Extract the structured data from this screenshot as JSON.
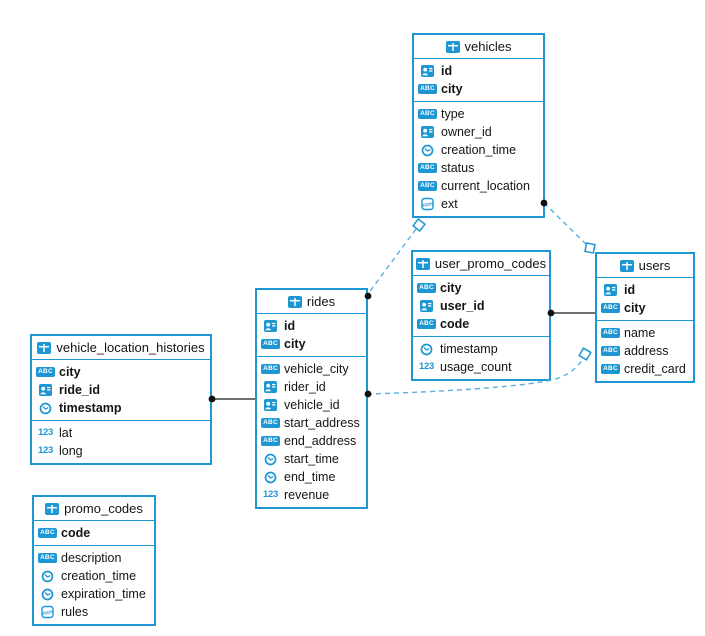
{
  "diagram": {
    "colors": {
      "accent": "#1d97d4",
      "dashed_line": "#58afdf",
      "solid_line": "#1a1a1a",
      "marker_dot": "#111111",
      "text": "#141414",
      "background": "#ffffff"
    },
    "tables": [
      {
        "name": "vehicles",
        "primary_key": [
          {
            "type": "id",
            "label": "id"
          },
          {
            "type": "abc",
            "label": "city"
          }
        ],
        "columns": [
          {
            "type": "abc",
            "label": "type"
          },
          {
            "type": "id",
            "label": "owner_id"
          },
          {
            "type": "clock",
            "label": "creation_time"
          },
          {
            "type": "abc",
            "label": "status"
          },
          {
            "type": "abc",
            "label": "current_location"
          },
          {
            "type": "json",
            "label": "ext"
          }
        ]
      },
      {
        "name": "user_promo_codes",
        "primary_key": [
          {
            "type": "abc",
            "label": "city"
          },
          {
            "type": "id",
            "label": "user_id"
          },
          {
            "type": "abc",
            "label": "code"
          }
        ],
        "columns": [
          {
            "type": "clock",
            "label": "timestamp"
          },
          {
            "type": "num",
            "label": "usage_count"
          }
        ]
      },
      {
        "name": "users",
        "primary_key": [
          {
            "type": "id",
            "label": "id"
          },
          {
            "type": "abc",
            "label": "city"
          }
        ],
        "columns": [
          {
            "type": "abc",
            "label": "name"
          },
          {
            "type": "abc",
            "label": "address"
          },
          {
            "type": "abc",
            "label": "credit_card"
          }
        ]
      },
      {
        "name": "rides",
        "primary_key": [
          {
            "type": "id",
            "label": "id"
          },
          {
            "type": "abc",
            "label": "city"
          }
        ],
        "columns": [
          {
            "type": "abc",
            "label": "vehicle_city"
          },
          {
            "type": "id",
            "label": "rider_id"
          },
          {
            "type": "id",
            "label": "vehicle_id"
          },
          {
            "type": "abc",
            "label": "start_address"
          },
          {
            "type": "abc",
            "label": "end_address"
          },
          {
            "type": "clock",
            "label": "start_time"
          },
          {
            "type": "clock",
            "label": "end_time"
          },
          {
            "type": "num",
            "label": "revenue"
          }
        ]
      },
      {
        "name": "vehicle_location_histories",
        "primary_key": [
          {
            "type": "abc",
            "label": "city"
          },
          {
            "type": "id",
            "label": "ride_id"
          },
          {
            "type": "clock",
            "label": "timestamp"
          }
        ],
        "columns": [
          {
            "type": "num",
            "label": "lat"
          },
          {
            "type": "num",
            "label": "long"
          }
        ]
      },
      {
        "name": "promo_codes",
        "primary_key": [
          {
            "type": "abc",
            "label": "code"
          }
        ],
        "columns": [
          {
            "type": "abc",
            "label": "description"
          },
          {
            "type": "clock",
            "label": "creation_time"
          },
          {
            "type": "clock",
            "label": "expiration_time"
          },
          {
            "type": "json",
            "label": "rules"
          }
        ]
      }
    ],
    "relations": [
      {
        "from": "vehicles",
        "to": "users",
        "style": "dashed"
      },
      {
        "from": "rides",
        "to": "vehicles",
        "style": "dashed"
      },
      {
        "from": "rides",
        "to": "users",
        "style": "dashed"
      },
      {
        "from": "user_promo_codes",
        "to": "users",
        "style": "solid"
      },
      {
        "from": "vehicle_location_histories",
        "to": "rides",
        "style": "solid"
      }
    ]
  }
}
